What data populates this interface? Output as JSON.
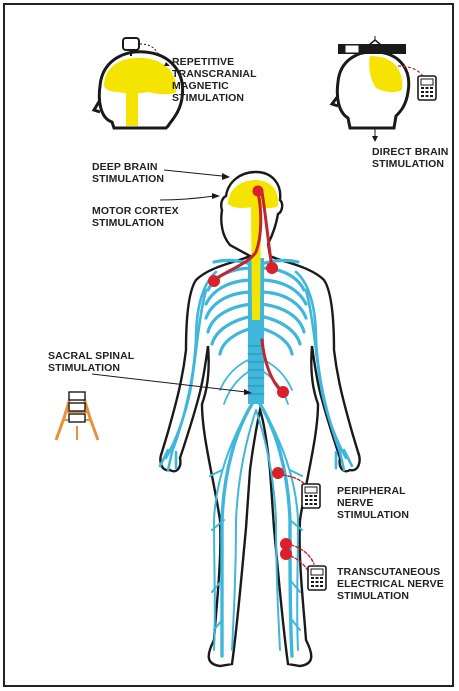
{
  "labels": {
    "rtms": [
      "REPETITIVE",
      "TRANSCRANIAL",
      "MAGNETIC",
      "STIMULATION"
    ],
    "direct_brain": [
      "DIRECT BRAIN",
      "STIMULATION"
    ],
    "deep_brain": [
      "DEEP BRAIN",
      "STIMULATION"
    ],
    "motor_cortex": [
      "MOTOR CORTEX",
      "STIMULATION"
    ],
    "sacral_spinal": [
      "SACRAL SPINAL",
      "STIMULATION"
    ],
    "peripheral_nerve": [
      "PERIPHERAL",
      "NERVE",
      "STIMULATION"
    ],
    "tens": [
      "TRANSCUTANEOUS",
      "ELECTRICAL NERVE",
      "STIMULATION"
    ]
  },
  "colors": {
    "nerve": "#3fb6dc",
    "nerve_dark": "#2a8fb5",
    "spinal_cord": "#f5e400",
    "brain": "#f5e400",
    "electrode": "#d9202b",
    "lead_wire": "#c0262e",
    "outline": "#1a1a1a",
    "sacral_device": "#e8913a"
  },
  "icons": {
    "rtms_head": "head-with-coil-icon",
    "direct_brain_head": "head-with-headset-icon",
    "stimulator": "stimulator-device-icon",
    "sacral_vertebrae": "sacral-vertebrae-icon"
  }
}
